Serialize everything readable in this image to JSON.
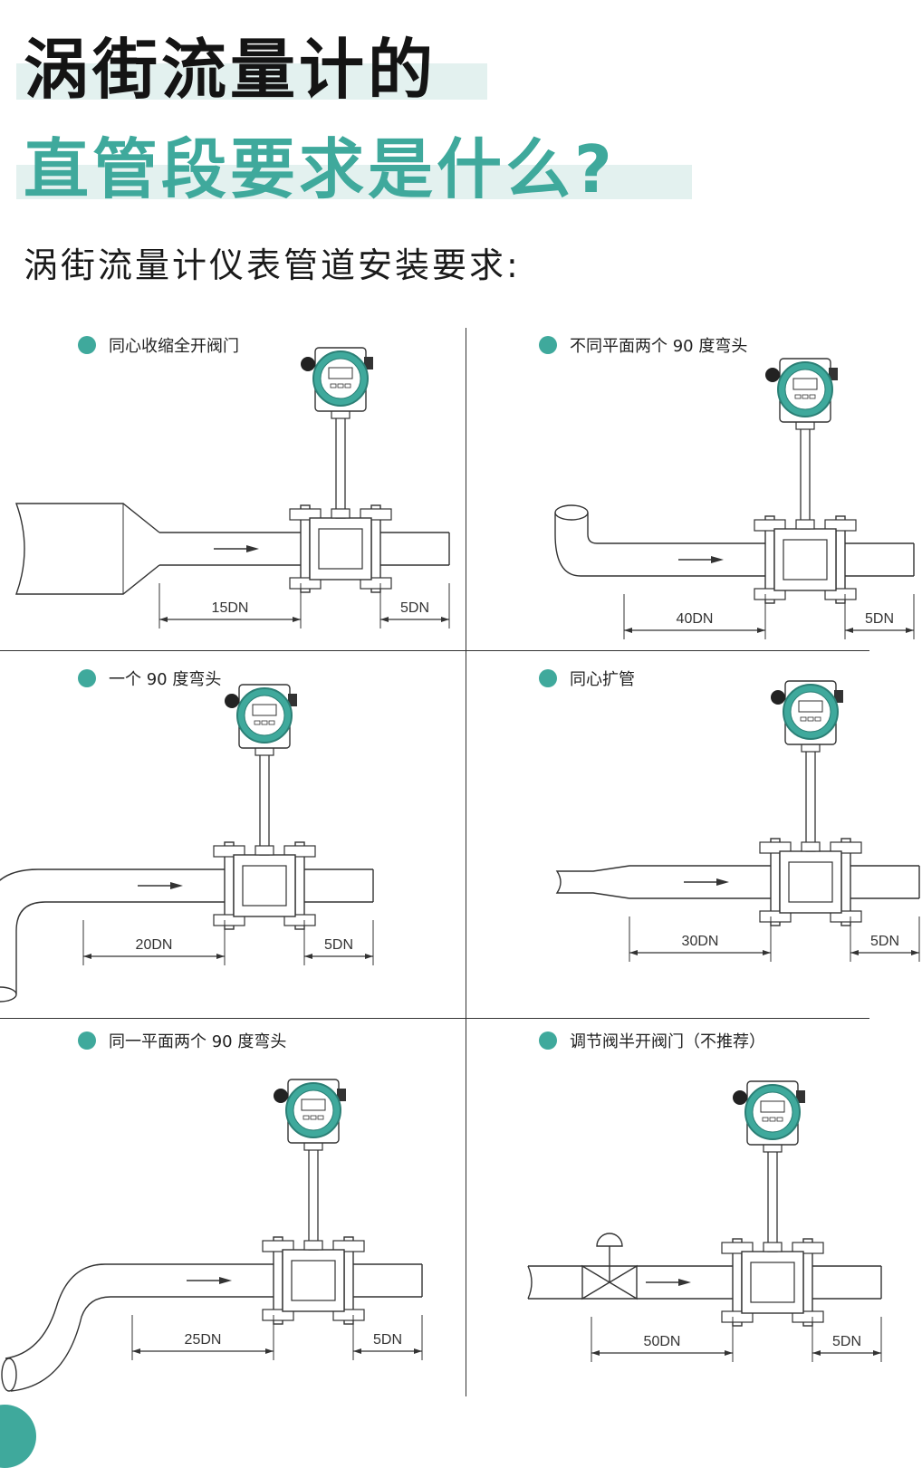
{
  "header": {
    "title_line1": "涡街流量计的",
    "title_line2": "直管段要求是什么?",
    "subtitle": "涡街流量计仪表管道安装要求:"
  },
  "colors": {
    "accent": "#3fa99c",
    "highlight": "#e3f1ef",
    "line": "#333333"
  },
  "panels": [
    {
      "label": "同心收缩全开阀门",
      "upstream": "15DN",
      "downstream": "5DN",
      "fitting": "reducer"
    },
    {
      "label": "不同平面两个 90 度弯头",
      "upstream": "40DN",
      "downstream": "5DN",
      "fitting": "elbow-up"
    },
    {
      "label": "一个 90 度弯头",
      "upstream": "20DN",
      "downstream": "5DN",
      "fitting": "elbow-down"
    },
    {
      "label": "同心扩管",
      "upstream": "30DN",
      "downstream": "5DN",
      "fitting": "expander"
    },
    {
      "label": "同一平面两个 90 度弯头",
      "upstream": "25DN",
      "downstream": "5DN",
      "fitting": "s-bend"
    },
    {
      "label": "调节阀半开阀门（不推荐）",
      "upstream": "50DN",
      "downstream": "5DN",
      "fitting": "valve"
    }
  ]
}
